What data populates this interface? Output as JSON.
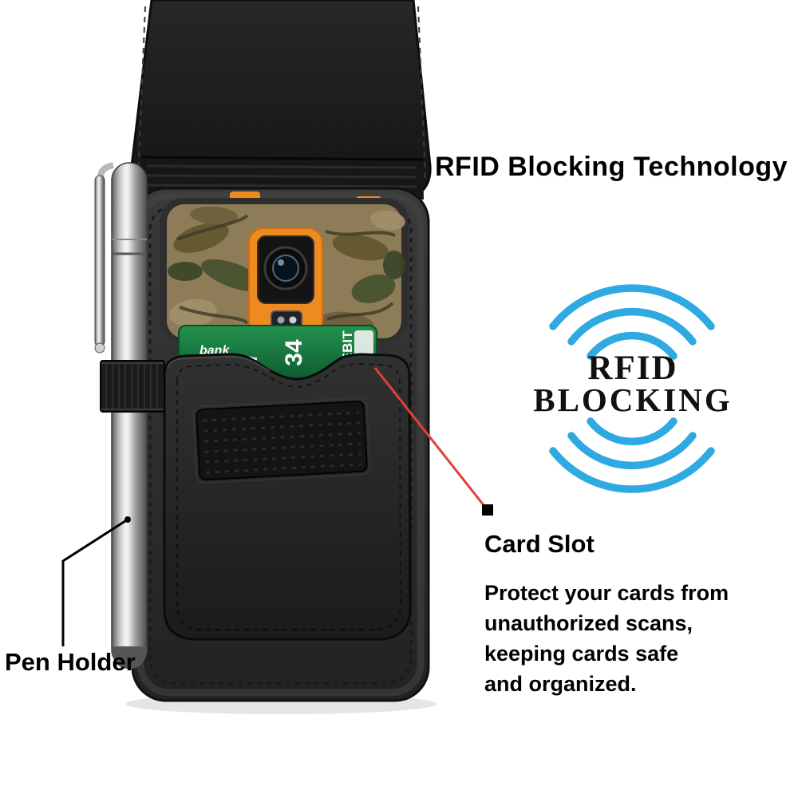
{
  "annotations": {
    "title": "RFID Blocking Technology",
    "rfid_badge": {
      "line1": "RFID",
      "line2": "BLOCKING"
    },
    "card_slot": {
      "heading": "Card Slot",
      "line1": "Protect your cards from",
      "line2": "unauthorized scans,",
      "line3": "keeping cards safe",
      "line4": "and organized."
    },
    "pen_holder_label": "Pen Holder"
  },
  "product": {
    "card": {
      "bank_label": "bank",
      "digits": "34",
      "debit_label": "DEBIT"
    }
  },
  "colors": {
    "rfid_blue": "#2fa9e1",
    "leader_red": "#df4238"
  }
}
